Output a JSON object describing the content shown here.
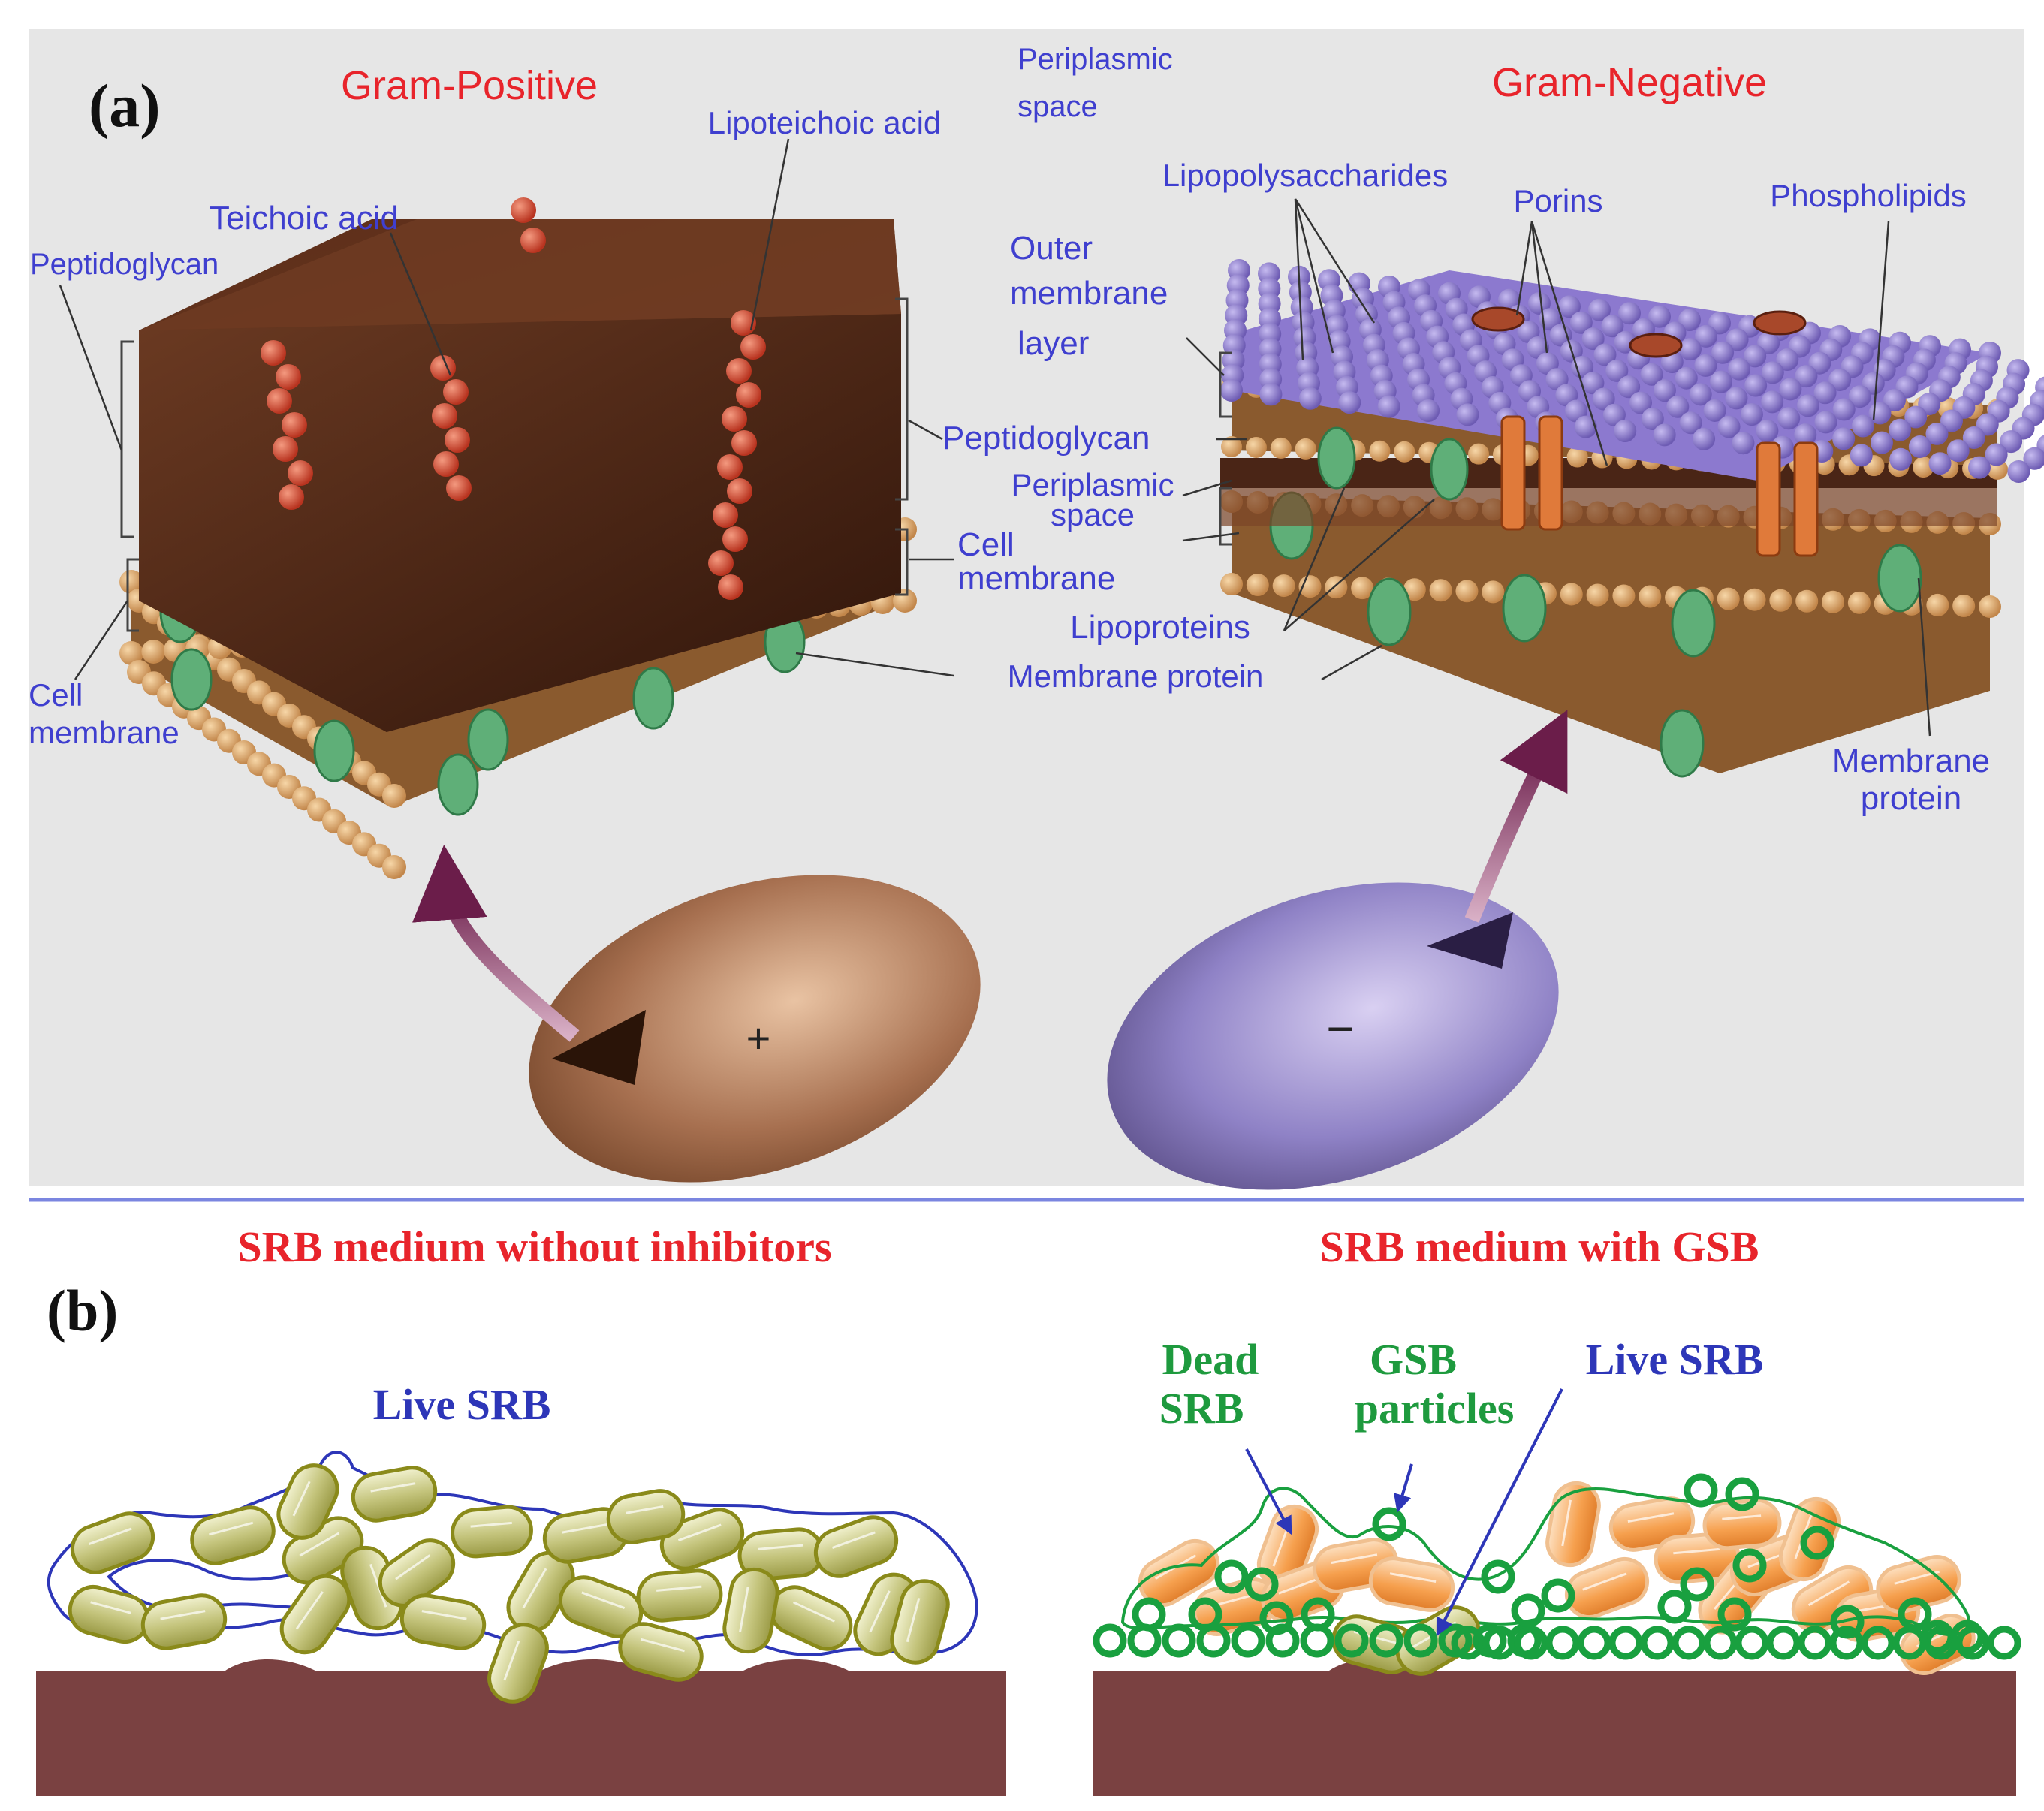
{
  "colors": {
    "panel_a_bg": "#e6e6e6",
    "title_red": "#e8242b",
    "label_blue": "#3f3fcf",
    "serif_blue": "#2d36b8",
    "serif_green": "#1e9a3e",
    "divider": "#7b86e0",
    "peptidoglycan_brown": "#4a2516",
    "bead_orange": "#d9a064",
    "membrane_protein_green": "#5faf78",
    "outer_membrane_purple": "#8c79cf",
    "teichoic_red": "#d9462e",
    "substrate": "#7a4141",
    "live_srb_fill": "#c9c98a",
    "live_srb_stroke": "#8a8a1a",
    "dead_srb_fill": "#f6a04e",
    "gsb_ring": "#19a03f"
  },
  "icons": [
    "plus-sign-icon",
    "minus-sign-icon",
    "curved-arrow-icon"
  ],
  "panel_a": {
    "tag": "(a)",
    "gram_positive": {
      "title": "Gram-Positive",
      "labels": {
        "peptidoglycan_left": "Peptidoglycan",
        "teichoic_acid": "Teichoic acid",
        "lipoteichoic_acid": "Lipoteichoic acid",
        "cell_membrane_left_1": "Cell",
        "cell_membrane_left_2": "membrane",
        "peptidoglycan_center": "Peptidoglycan",
        "periplasmic_center_1": "Periplasmic",
        "periplasmic_center_2": "space",
        "cell_membrane_center_1": "Cell",
        "cell_membrane_center_2": "membrane",
        "lipoproteins": "Lipoproteins",
        "membrane_protein_center": "Membrane protein"
      },
      "sign": "+"
    },
    "gram_negative": {
      "title": "Gram-Negative",
      "labels": {
        "periplasmic_top_1": "Periplasmic",
        "periplasmic_top_2": "space",
        "lipopolysaccharides": "Lipopolysaccharides",
        "porins": "Porins",
        "phospholipids": "Phospholipids",
        "outer_membrane_1": "Outer",
        "outer_membrane_2": "membrane",
        "outer_membrane_3": "layer",
        "membrane_protein_right_1": "Membrane",
        "membrane_protein_right_2": "protein"
      },
      "sign": "−"
    }
  },
  "panel_b": {
    "tag": "(b)",
    "left": {
      "title": "SRB medium without inhibitors",
      "live_srb": "Live SRB"
    },
    "right": {
      "title": "SRB medium with GSB",
      "dead_srb_1": "Dead",
      "dead_srb_2": "SRB",
      "gsb_particles_1": "GSB",
      "gsb_particles_2": "particles",
      "live_srb": "Live SRB"
    }
  }
}
